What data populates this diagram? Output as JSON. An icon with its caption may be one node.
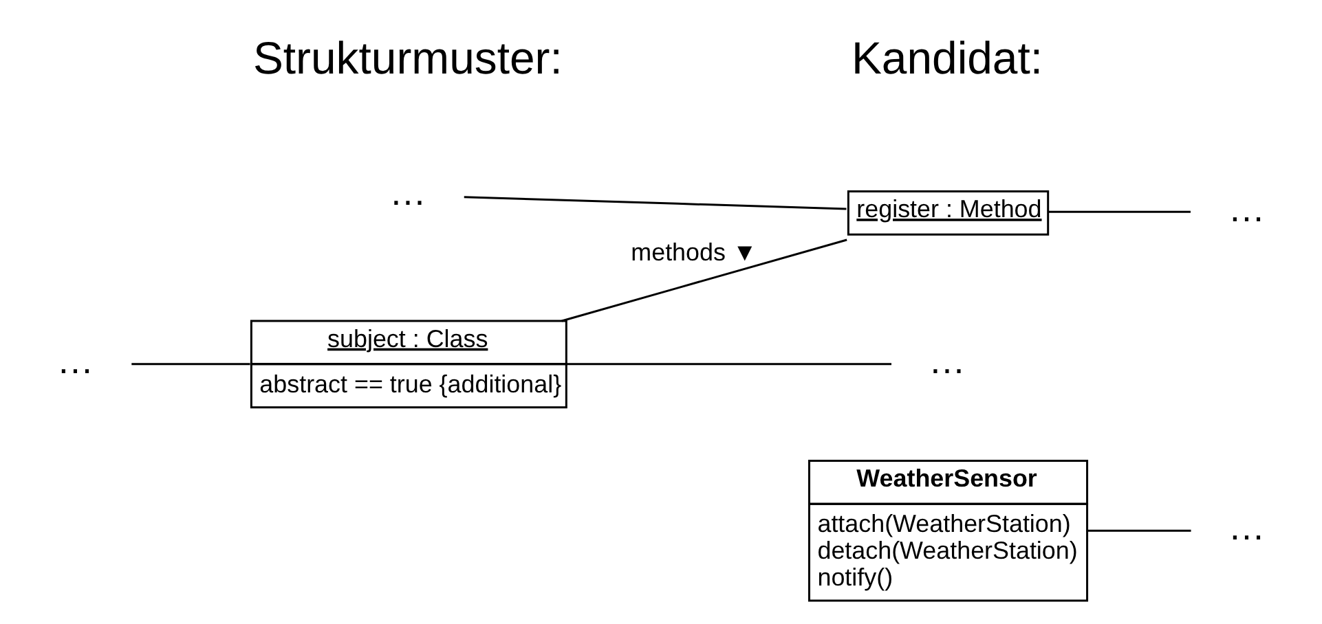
{
  "diagram": {
    "nodes": [
      {
        "text": [
          "subject : Class",
          "abstract == true {additional}"
        ]
      },
      {
        "text": [
          "…"
        ]
      },
      {
        "text": [
          "…"
        ]
      },
      {
        "text": [
          "register : Method"
        ]
      },
      {
        "text": [
          "…"
        ]
      },
      {
        "text": [
          "…"
        ]
      },
      {
        "text": [
          "WeatherSensor",
          "attach(WeatherStation)",
          "detach(WeatherStation)",
          "notify()"
        ]
      },
      {
        "text": [
          "…"
        ]
      }
    ],
    "edges": [
      {
        "from": 1,
        "to": 0,
        "arrow": "none"
      },
      {
        "from": 0,
        "to": 2,
        "arrow": "none"
      },
      {
        "from": 0,
        "to": 3,
        "arrow": "none",
        "label": "methods ▼"
      },
      {
        "from": 4,
        "to": 3,
        "arrow": "none"
      },
      {
        "from": 3,
        "to": 5,
        "arrow": "none"
      },
      {
        "from": 6,
        "to": 7,
        "arrow": "none"
      }
    ],
    "labels": [
      "Strukturmuster:",
      "Kandidat:"
    ]
  }
}
